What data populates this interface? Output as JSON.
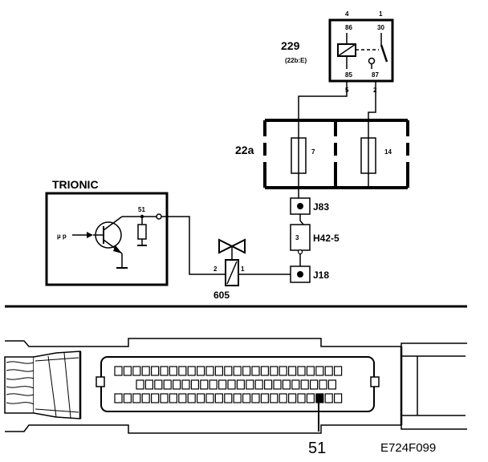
{
  "colors": {
    "ink": "#000000",
    "paper": "#ffffff"
  },
  "relay": {
    "id": "229",
    "ref": "(22b:E)",
    "pins": {
      "p86": "86",
      "p30": "30",
      "p85": "85",
      "p87": "87"
    },
    "terminals": {
      "t4": "4",
      "t1": "1",
      "t5": "5",
      "t2": "2"
    }
  },
  "fusebox": {
    "id": "22a",
    "fuse_a": "7",
    "fuse_b": "14"
  },
  "connectors": {
    "j83": "J83",
    "h42": "H42-5",
    "h42_pin": "3",
    "j18": "J18"
  },
  "trionic": {
    "title": "TRIONIC",
    "mu_p": "µ p",
    "pin": "51"
  },
  "sensor": {
    "id": "605",
    "pin_left": "2",
    "pin_right": "1"
  },
  "ecu_connector": {
    "callout": "51"
  },
  "figure_code": "E724F099"
}
